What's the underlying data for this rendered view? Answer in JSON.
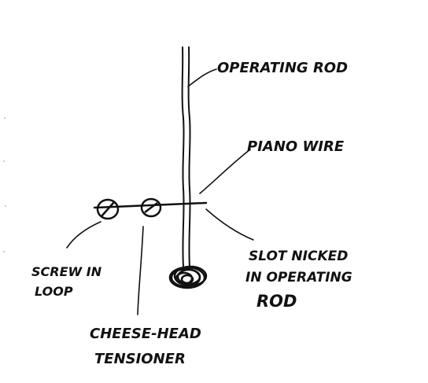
{
  "diagram": {
    "labels": {
      "operating_rod": "OPERATING ROD",
      "piano_wire": "PIANO WIRE",
      "slot_line1": "SLOT NICKED",
      "slot_line2": "IN OPERATING",
      "slot_line3": "ROD",
      "screw_line1": "SCREW IN",
      "screw_line2": "LOOP",
      "cheese_line1": "CHEESE-HEAD",
      "cheese_line2": "TENSIONER"
    },
    "colors": {
      "ink": "#111111",
      "paper": "#ffffff"
    }
  }
}
